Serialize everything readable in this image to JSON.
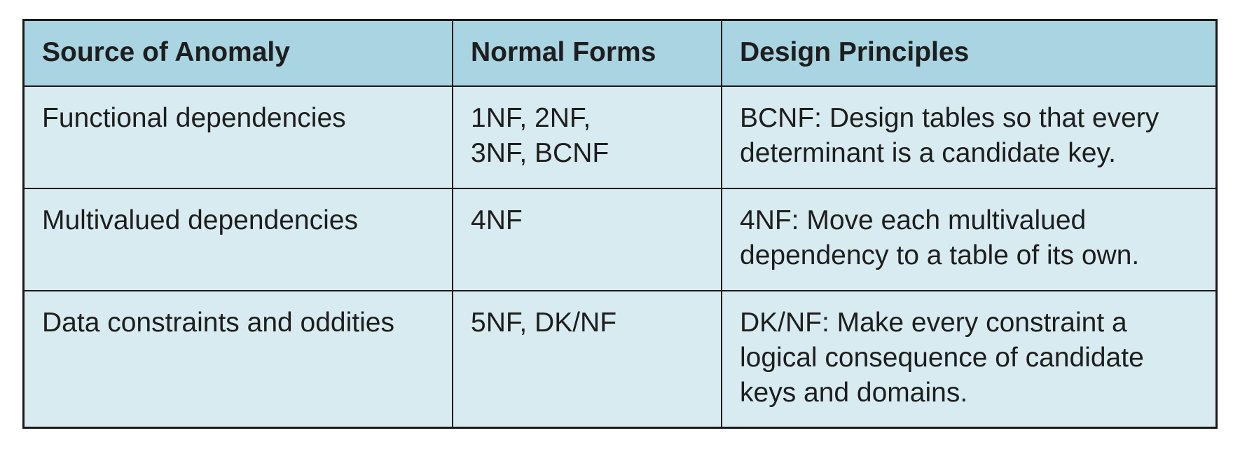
{
  "table": {
    "headers": [
      "Source of Anomaly",
      "Normal Forms",
      "Design Principles"
    ],
    "rows": [
      [
        "Functional dependencies",
        "1NF, 2NF,\n3NF, BCNF",
        "BCNF: Design tables so that every\ndeterminant is a candidate key."
      ],
      [
        "Multivalued dependencies",
        "4NF",
        "4NF: Move each multivalued\ndependency to a table of its own."
      ],
      [
        "Data constraints and oddities",
        "5NF, DK/NF",
        "DK/NF: Make every constraint a\nlogical consequence of candidate\nkeys and domains."
      ]
    ]
  },
  "colors": {
    "header_bg": "#a9d4e2",
    "body_bg": "#d8ebf1",
    "border": "#1a1a1a"
  }
}
